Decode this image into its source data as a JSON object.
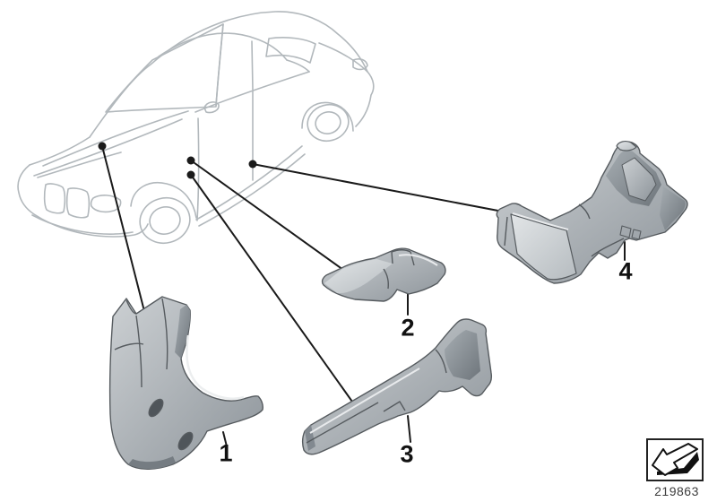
{
  "diagram": {
    "part_number": "219863",
    "callouts": [
      {
        "label": "1"
      },
      {
        "label": "2"
      },
      {
        "label": "3"
      },
      {
        "label": "4"
      }
    ]
  },
  "icons": {
    "car": "car-outline-isometric",
    "direction_arrow": "direction-arrow-bottom-left"
  },
  "colors": {
    "background": "#ffffff",
    "car_outline": "#b2b8bc",
    "leader_line": "#1a1a1a",
    "callout_text": "#111111",
    "part_fill_light": "#dfe2e4",
    "part_fill_mid": "#c7cbce",
    "part_fill_dark": "#9aa1a6",
    "part_stroke": "#565b5f",
    "diagram_number_text": "#3d3d3d"
  }
}
